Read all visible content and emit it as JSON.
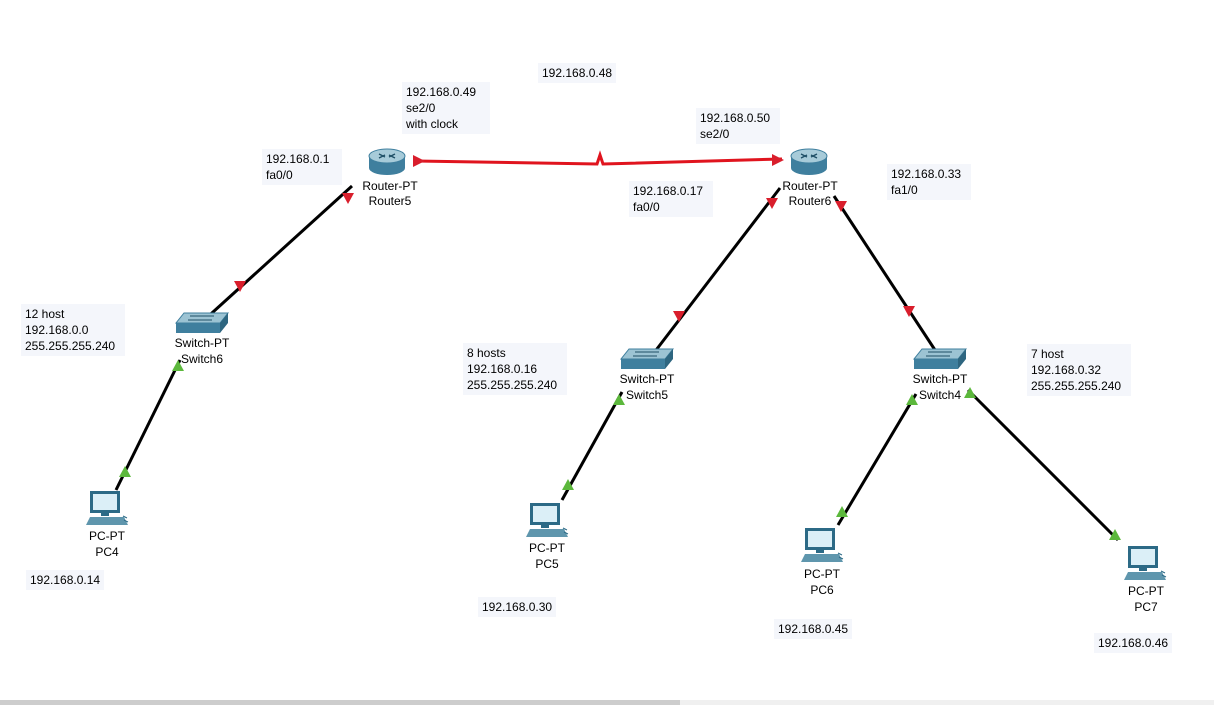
{
  "colors": {
    "serial_link": "#e0141e",
    "ethernet_link": "#000000",
    "status_up": "#5cb83c",
    "status_red": "#d91e2c",
    "note_bg": "#f4f6fb"
  },
  "devices": {
    "router5": {
      "model": "Router-PT",
      "name": "Router5",
      "icon": "router-icon"
    },
    "router6": {
      "model": "Router-PT",
      "name": "Router6",
      "icon": "router-icon"
    },
    "switch6": {
      "model": "Switch-PT",
      "name": "Switch6",
      "icon": "switch-icon"
    },
    "switch5": {
      "model": "Switch-PT",
      "name": "Switch5",
      "icon": "switch-icon"
    },
    "switch4": {
      "model": "Switch-PT",
      "name": "Switch4",
      "icon": "switch-icon"
    },
    "pc4": {
      "model": "PC-PT",
      "name": "PC4",
      "icon": "pc-icon"
    },
    "pc5": {
      "model": "PC-PT",
      "name": "PC5",
      "icon": "pc-icon"
    },
    "pc6": {
      "model": "PC-PT",
      "name": "PC6",
      "icon": "pc-icon"
    },
    "pc7": {
      "model": "PC-PT",
      "name": "PC7",
      "icon": "pc-icon"
    }
  },
  "notes": {
    "serial_network": "192.168.0.48",
    "r5_se": "192.168.0.49\nse2/0\nwith clock",
    "r6_se": "192.168.0.50\nse2/0",
    "r5_fa": "192.168.0.1\nfa0/0",
    "r6_fa0": "192.168.0.17\nfa0/0",
    "r6_fa1": "192.168.0.33\nfa1/0",
    "net1": "12 host\n192.168.0.0\n255.255.255.240",
    "net2": "8 hosts\n192.168.0.16\n255.255.255.240",
    "net3": "7 host\n192.168.0.32\n255.255.255.240",
    "pc4_ip": "192.168.0.14",
    "pc5_ip": "192.168.0.30",
    "pc6_ip": "192.168.0.45",
    "pc7_ip": "192.168.0.46"
  }
}
